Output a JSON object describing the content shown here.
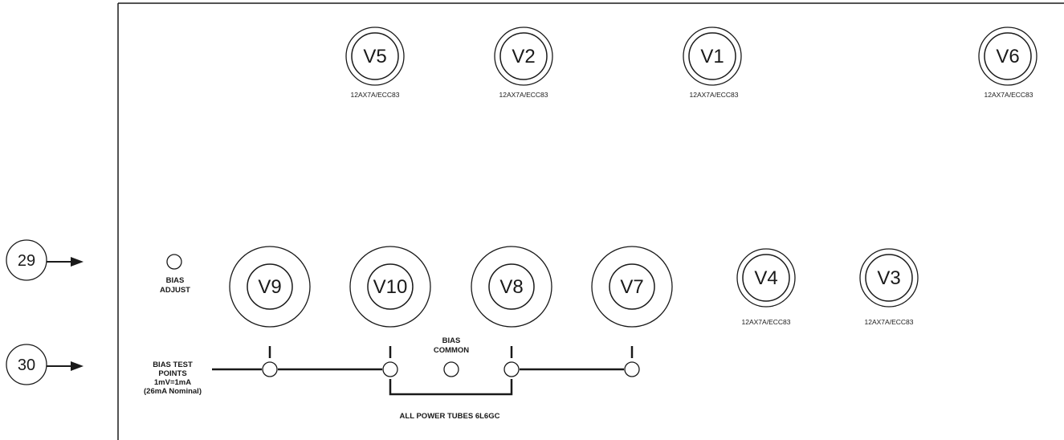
{
  "preamp_tubes": [
    {
      "id": "V5",
      "type": "12AX7A/ECC83"
    },
    {
      "id": "V2",
      "type": "12AX7A/ECC83"
    },
    {
      "id": "V1",
      "type": "12AX7A/ECC83"
    },
    {
      "id": "V6",
      "type": "12AX7A/ECC83"
    },
    {
      "id": "V4",
      "type": "12AX7A/ECC83"
    },
    {
      "id": "V3",
      "type": "12AX7A/ECC83"
    }
  ],
  "power_tubes": [
    {
      "id": "V9"
    },
    {
      "id": "V10"
    },
    {
      "id": "V8"
    },
    {
      "id": "V7"
    }
  ],
  "bias_adjust": {
    "line1": "BIAS",
    "line2": "ADJUST"
  },
  "bias_test_points": {
    "line1": "BIAS TEST",
    "line2": "POINTS",
    "line3": "1mV=1mA",
    "line4": "(26mA Nominal)"
  },
  "bias_common": {
    "line1": "BIAS",
    "line2": "COMMON"
  },
  "power_tubes_note": "ALL POWER TUBES 6L6GC",
  "callouts": [
    {
      "number": "29"
    },
    {
      "number": "30"
    }
  ]
}
